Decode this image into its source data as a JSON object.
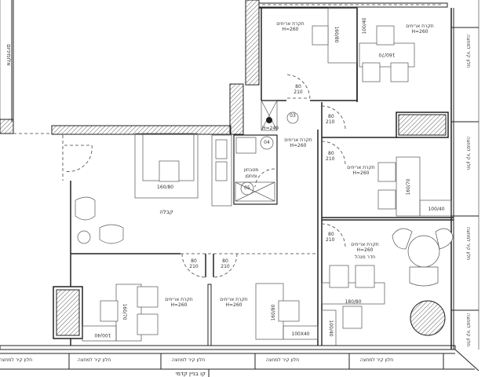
{
  "plan": {
    "facade_label": "אלומיניום",
    "ceiling_label": "תקרת אריחים",
    "ceiling_height": "H=260",
    "shaft_height": "H=240",
    "door_size_top": "80",
    "door_size_bottom": "210",
    "reception_label": "קבלה",
    "kitchen_label_1": "מטבחון",
    "kitchen_label_2": "ומחסן",
    "manager_room_label": "חדר מנהל",
    "window_label": "חלון קיר למחצה",
    "bottom_label": "קו בניין קדמי",
    "tags": {
      "t03": "03",
      "t04": "04",
      "t05": "05"
    },
    "desks": {
      "d1": "160/80",
      "d2": "100/40",
      "d3": "160/70",
      "d4": "160/70",
      "d5": "100/40",
      "d6": "180/80",
      "d7": "100/40",
      "d8": "160/80",
      "d9": "100X40",
      "d10": "160/70",
      "d11": "100/40"
    }
  }
}
